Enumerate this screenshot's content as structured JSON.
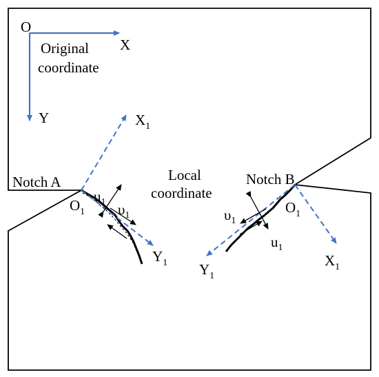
{
  "labels": {
    "origin": "O",
    "x_axis": "X",
    "y_axis": "Y",
    "original_line1": "Original",
    "original_line2": "coordinate",
    "local_line1": "Local",
    "local_line2": "coordinate",
    "notch_a": "Notch A",
    "notch_b": "Notch B",
    "x1": "X",
    "y1": "Y",
    "o1": "O",
    "u1": "u",
    "v1": "υ",
    "subscript": "1"
  },
  "colors": {
    "outline": "#000000",
    "original_axes": "#4472C4",
    "local_axes": "#4472C4",
    "crack": "#000000"
  }
}
